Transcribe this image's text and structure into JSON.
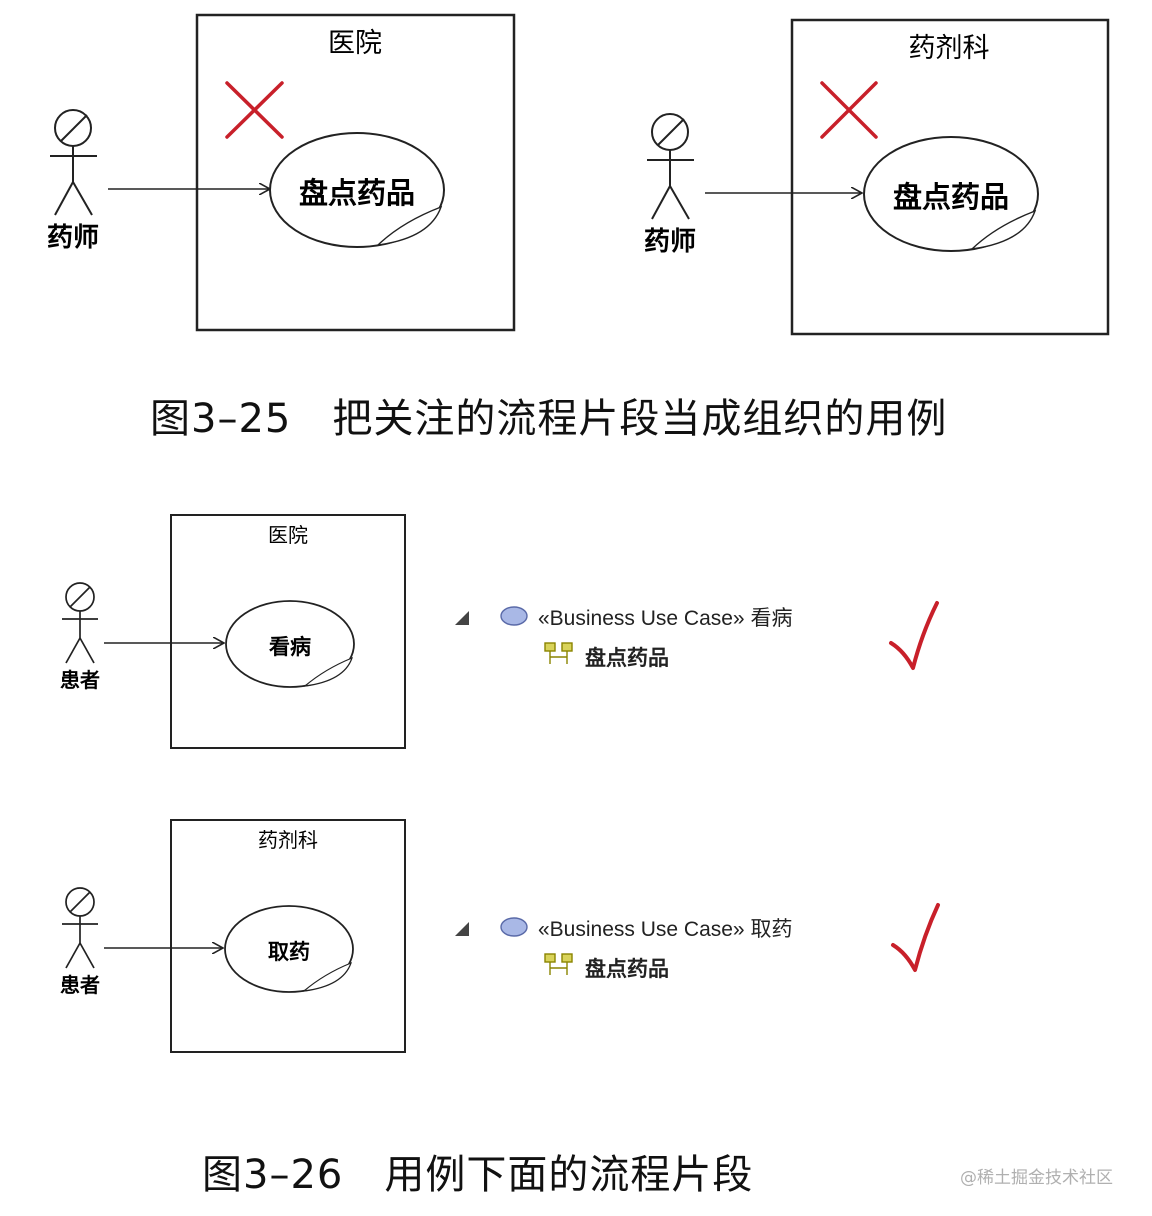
{
  "colors": {
    "line": "#222222",
    "cross": "#c8202a",
    "check": "#c8202a",
    "ellipse_icon": "#a9b8e6",
    "tree_icon": "#b9b300",
    "watermark": "#b0b0b0"
  },
  "figure1": {
    "left": {
      "boundary_title": "医院",
      "actor_name": "药师",
      "usecase_label": "盘点药品",
      "marker": "cross"
    },
    "right": {
      "boundary_title": "药剂科",
      "actor_name": "药师",
      "usecase_label": "盘点药品",
      "marker": "cross"
    },
    "caption": "图3–25　把关注的流程片段当成组织的用例"
  },
  "figure2": {
    "rows": [
      {
        "boundary_title": "医院",
        "actor_name": "患者",
        "usecase_label": "看病",
        "tree_parent": "«Business Use Case» 看病",
        "tree_child": "盘点药品",
        "marker": "check"
      },
      {
        "boundary_title": "药剂科",
        "actor_name": "患者",
        "usecase_label": "取药",
        "tree_parent": "«Business Use Case» 取药",
        "tree_child": "盘点药品",
        "marker": "check"
      }
    ],
    "caption": "图3–26　用例下面的流程片段"
  },
  "watermark": "@稀土掘金技术社区"
}
